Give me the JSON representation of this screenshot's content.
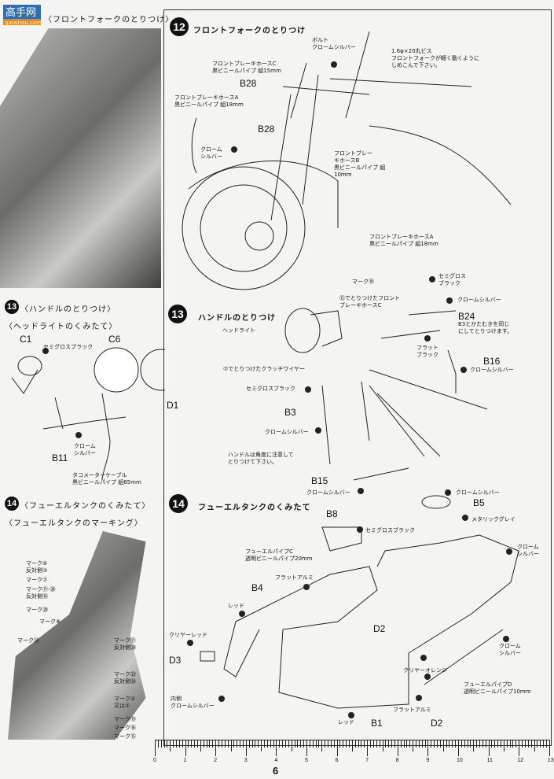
{
  "logo": {
    "text": "高手网",
    "sub": "gaoshou.com"
  },
  "left": {
    "header12": "〈フロントフォークのとりつけ〉",
    "step13": {
      "num": "13",
      "title": "〈ハンドルのとりつけ〉",
      "subtitle": "〈ヘッドライトのくみたて〉",
      "labels": [
        "C1",
        "セミグロスブラック",
        "C6",
        "D1",
        "クローム\nシルバー",
        "B11",
        "タコメーターケーブル\n黒ビニールパイプ 組65mm"
      ]
    },
    "step14": {
      "num": "14",
      "title": "〈フューエルタンクのくみたて〉",
      "subtitle": "〈フューエルタンクのマーキング〉",
      "marks": [
        "マーク④\n反対側③",
        "マーク⑦",
        "マーク⑪-⑳\n反対側⑯",
        "マーク⑳",
        "マーク⑧",
        "マーク㉔",
        "マーク⑪\n反対側⑳",
        "マーク㉓\n反対側㉔",
        "マーク①\n又は②",
        "マーク⑲",
        "マーク⑯",
        "マーク⑮"
      ]
    }
  },
  "step12": {
    "num": "12",
    "title": "フロントフォークのとりつけ",
    "labels": [
      "ボルト\nクロームシルバー",
      "1.6φ×20丸ビス\nフロントフォークが軽く動くように\nしめこんで下さい。",
      "フロントブレーキホースC\n黒ビニールパイプ 組15mm",
      "B28",
      "フロントブレーキホースA\n黒ビニールパイプ 組18mm",
      "B28",
      "クローム\nシルバー",
      "フロントブレー\nキホースB\n黒ビニールパイプ 組\n10mm",
      "フロントブレーキホースA\n黒ビニールパイプ 組18mm"
    ]
  },
  "step13": {
    "num": "13",
    "title": "ハンドルのとりつけ",
    "labels": [
      "マーク⑲",
      "⑫でとりつけたフロント\nブレーキホースC",
      "セミグロス\nブラック",
      "クロームシルバー",
      "B24",
      "B3とかたむきを同じ\nにしてとりつけます。",
      "ヘッドライト",
      "フラット\nブラック",
      "B16",
      "クロームシルバー",
      "⑦でとりつけたクラッチワイヤー",
      "セミグロスブラック",
      "B3",
      "クロームシルバー",
      "ハンドルは角度に注意して\nとりつけて下さい。",
      "B15",
      "クロームシルバー"
    ]
  },
  "step14": {
    "num": "14",
    "title": "フューエルタンクのくみたて",
    "labels": [
      "B8",
      "セミグロスブラック",
      "クロームシルバー",
      "B5",
      "メタリックグレイ",
      "フューエルパイプC\n透明ビニールパイプ20mm",
      "クローム\nシルバー",
      "フラットアルミ",
      "B4",
      "レッド",
      "D2",
      "クリヤーレッド",
      "D3",
      "クローム\nシルバー",
      "クリヤーオレンジ",
      "フューエルパイプD\n透明ビニールパイプ10mm",
      "内側\nクロームシルバー",
      "フラットアルミ",
      "レッド",
      "B1",
      "D2"
    ]
  },
  "ruler": {
    "labels": [
      "0",
      "1",
      "2",
      "3",
      "4",
      "5",
      "6",
      "7",
      "8",
      "9",
      "10",
      "11",
      "12",
      "13"
    ]
  },
  "page_number": "6"
}
